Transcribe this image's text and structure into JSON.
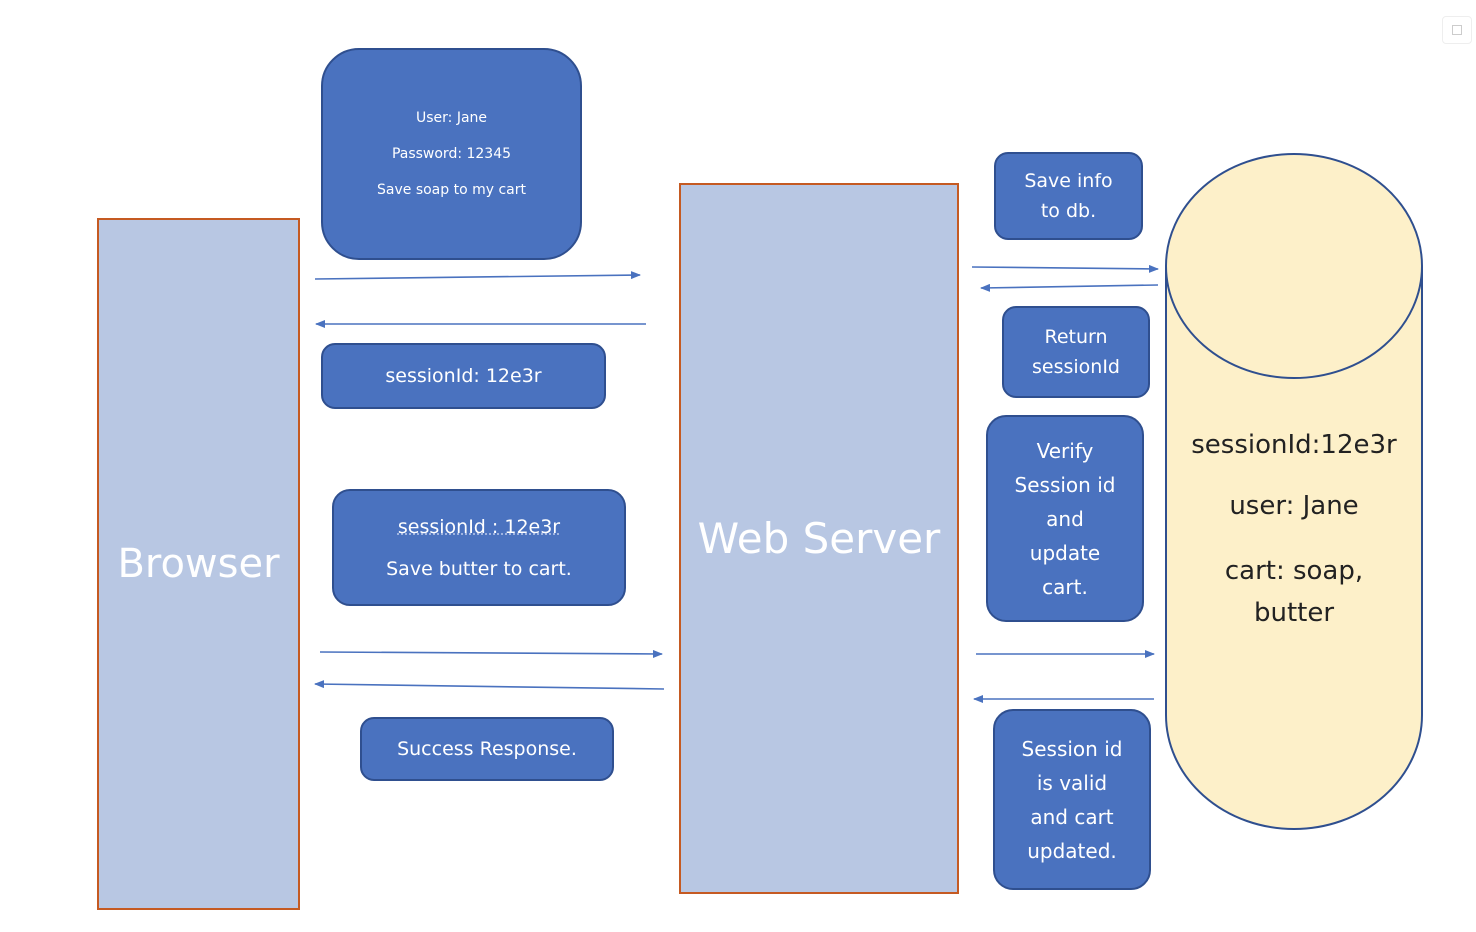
{
  "colors": {
    "actor_fill": "#b8c7e3",
    "actor_border": "#c55a22",
    "message_fill": "#4a72bf",
    "message_border": "#2f4f8f",
    "arrow": "#4a72bf",
    "database_fill": "#fdf0c9",
    "database_border": "#2f4f8f"
  },
  "actors": {
    "browser": "Browser",
    "web_server": "Web Server"
  },
  "messages": {
    "login": [
      "User: Jane",
      "Password: 12345",
      "Save soap to my cart"
    ],
    "session_response": "sessionId: 12e3r",
    "add_butter": [
      "sessionId : 12e3r",
      "Save butter to cart."
    ],
    "success": "Success Response."
  },
  "server_notes": {
    "save_info": [
      "Save info",
      "to db."
    ],
    "return_session": [
      "Return",
      "sessionId"
    ],
    "verify": [
      "Verify",
      "Session id",
      "and",
      "update",
      "cart."
    ],
    "valid": [
      "Session id",
      "is valid",
      "and cart",
      "updated."
    ]
  },
  "database": {
    "session": "sessionId:12e3r",
    "user": "user: Jane",
    "cart": [
      "cart: soap,",
      "butter"
    ]
  }
}
